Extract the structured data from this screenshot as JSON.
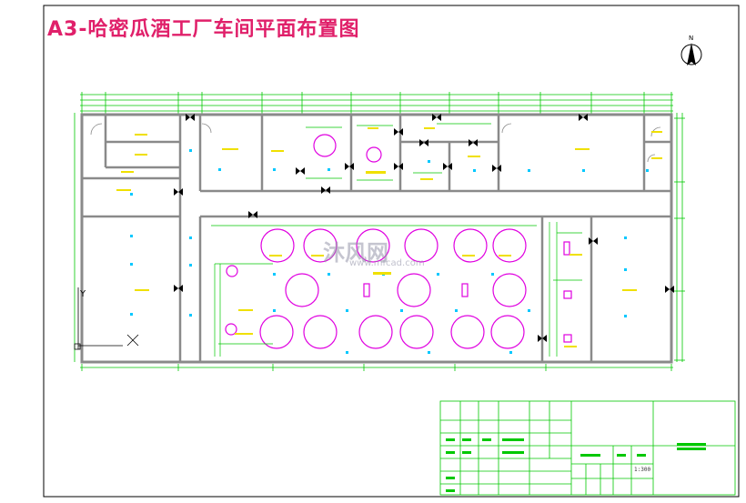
{
  "drawing": {
    "title": "A3-哈密瓜酒工厂车间平面布置图",
    "north_label": "N",
    "axis_label": "Y",
    "scale": "1:300"
  },
  "watermark": {
    "main": "沐风网",
    "sub": "www.mfcad.com"
  },
  "colors": {
    "wall": "#8a8a8a",
    "dimension": "#00c800",
    "tank": "#e000e0",
    "label": "#f0e000",
    "marker": "#00c8ff",
    "title": "#e0206a",
    "frame": "#000000"
  }
}
